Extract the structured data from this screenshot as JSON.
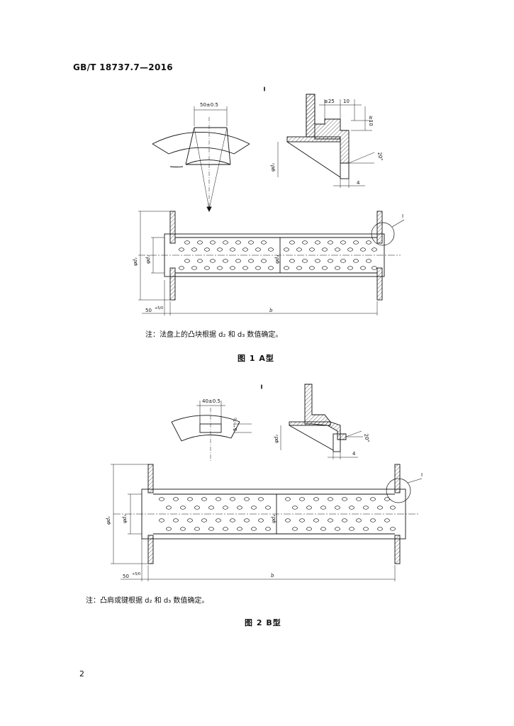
{
  "header": {
    "standard": "GB/T 18737.7—2016"
  },
  "figure1": {
    "detail_mark": "I",
    "lug_width": "50±0.5",
    "dim_ge25": "≥25",
    "dim_10": "10",
    "dim_ge10": "≥10",
    "angle": "20°",
    "dim_4": "4",
    "phi_d2": "φd₂",
    "phi_d1": "φd₁",
    "phi_d3": "φd₃",
    "phi_d4": "φd₄",
    "edge_dim": "50",
    "edge_tol": "+5/0",
    "length": "b",
    "note": "注：法盘上的凸块根据 d₂ 和 d₃ 数值确定。",
    "caption": "图 1   A型"
  },
  "figure2": {
    "detail_mark": "I",
    "slot_width": "40±0.5",
    "slot_depth": "5⁺⁰·⁵₀",
    "angle": "20°",
    "dim_4": "4",
    "phi_d2": "φd₂",
    "phi_d1": "φd₁",
    "phi_d3": "φd₃",
    "phi_d4": "φd₄",
    "edge_dim": "50",
    "edge_tol": "+5/0",
    "length": "b",
    "note": "注：凸肩或键根据 d₂ 和 d₃ 数值确定。",
    "caption": "图 2   B型"
  },
  "page_number": "2"
}
